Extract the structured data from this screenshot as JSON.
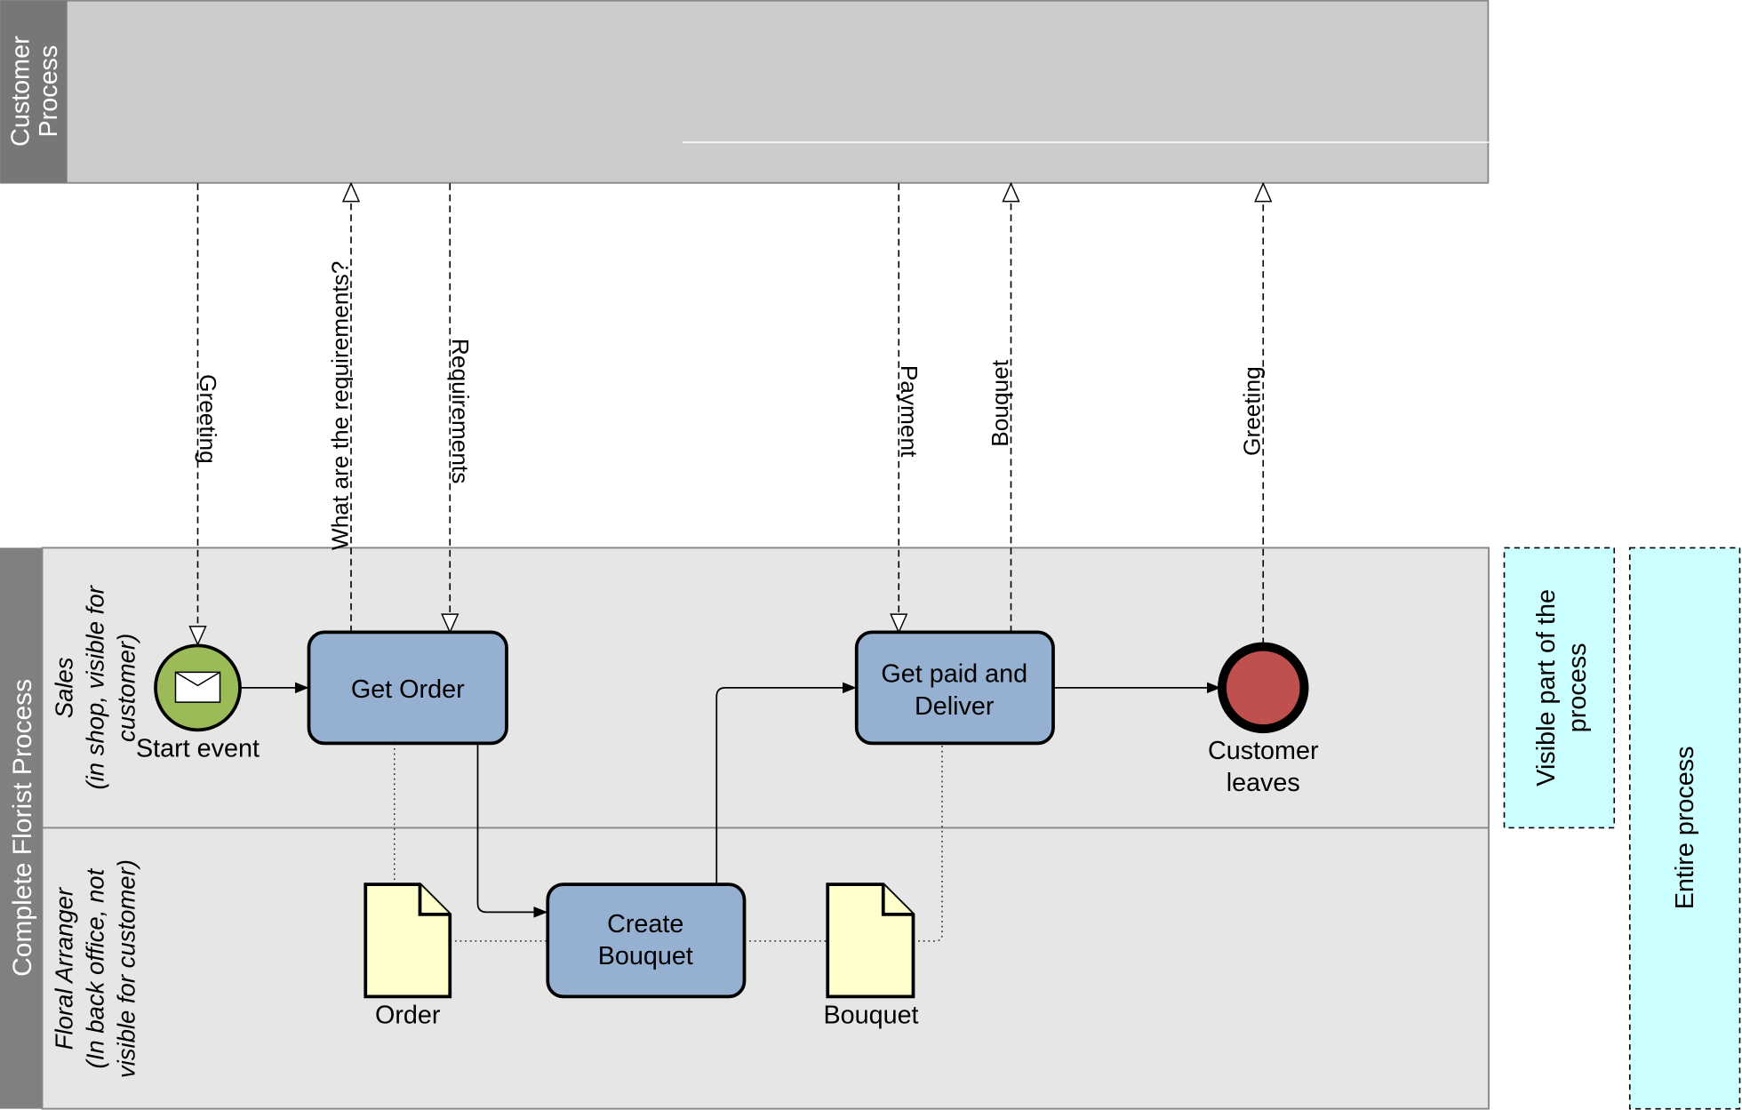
{
  "pools": {
    "customer": {
      "title_line1": "Customer",
      "title_line2": "Process"
    },
    "florist": {
      "title": "Complete Florist Process",
      "lanes": [
        {
          "line1": "Sales",
          "line2": "(in shop, visible for",
          "line3": "customer)"
        },
        {
          "line1": "Floral Arranger",
          "line2": "(In back office, not",
          "line3": "visible for customer)"
        }
      ]
    }
  },
  "events": {
    "start": {
      "label": "Start event",
      "icon": "envelope-icon"
    },
    "end": {
      "line1": "Customer",
      "line2": "leaves"
    }
  },
  "tasks": {
    "get_order": {
      "line1": "Get Order"
    },
    "get_paid": {
      "line1": "Get paid and",
      "line2": "Deliver"
    },
    "create_bouquet": {
      "line1": "Create",
      "line2": "Bouquet"
    }
  },
  "data_objects": {
    "order": "Order",
    "bouquet": "Bouquet"
  },
  "message_flows": [
    {
      "label": "Greeting"
    },
    {
      "label": "What are the requirements?"
    },
    {
      "label": "Requirements"
    },
    {
      "label": "Payment"
    },
    {
      "label": "Bouquet"
    },
    {
      "label": "Greeting"
    }
  ],
  "groups": {
    "visible": {
      "line1": "Visible part of the",
      "line2": "process"
    },
    "entire": {
      "line1": "Entire process"
    }
  },
  "colors": {
    "start_event": "#9bbb59",
    "end_event": "#c0504d",
    "task": "#95b0d0",
    "data_object": "#ffffcc",
    "group": "#ccffff",
    "customer_pool": "#cccccc",
    "lane": "#e6e6e6"
  }
}
